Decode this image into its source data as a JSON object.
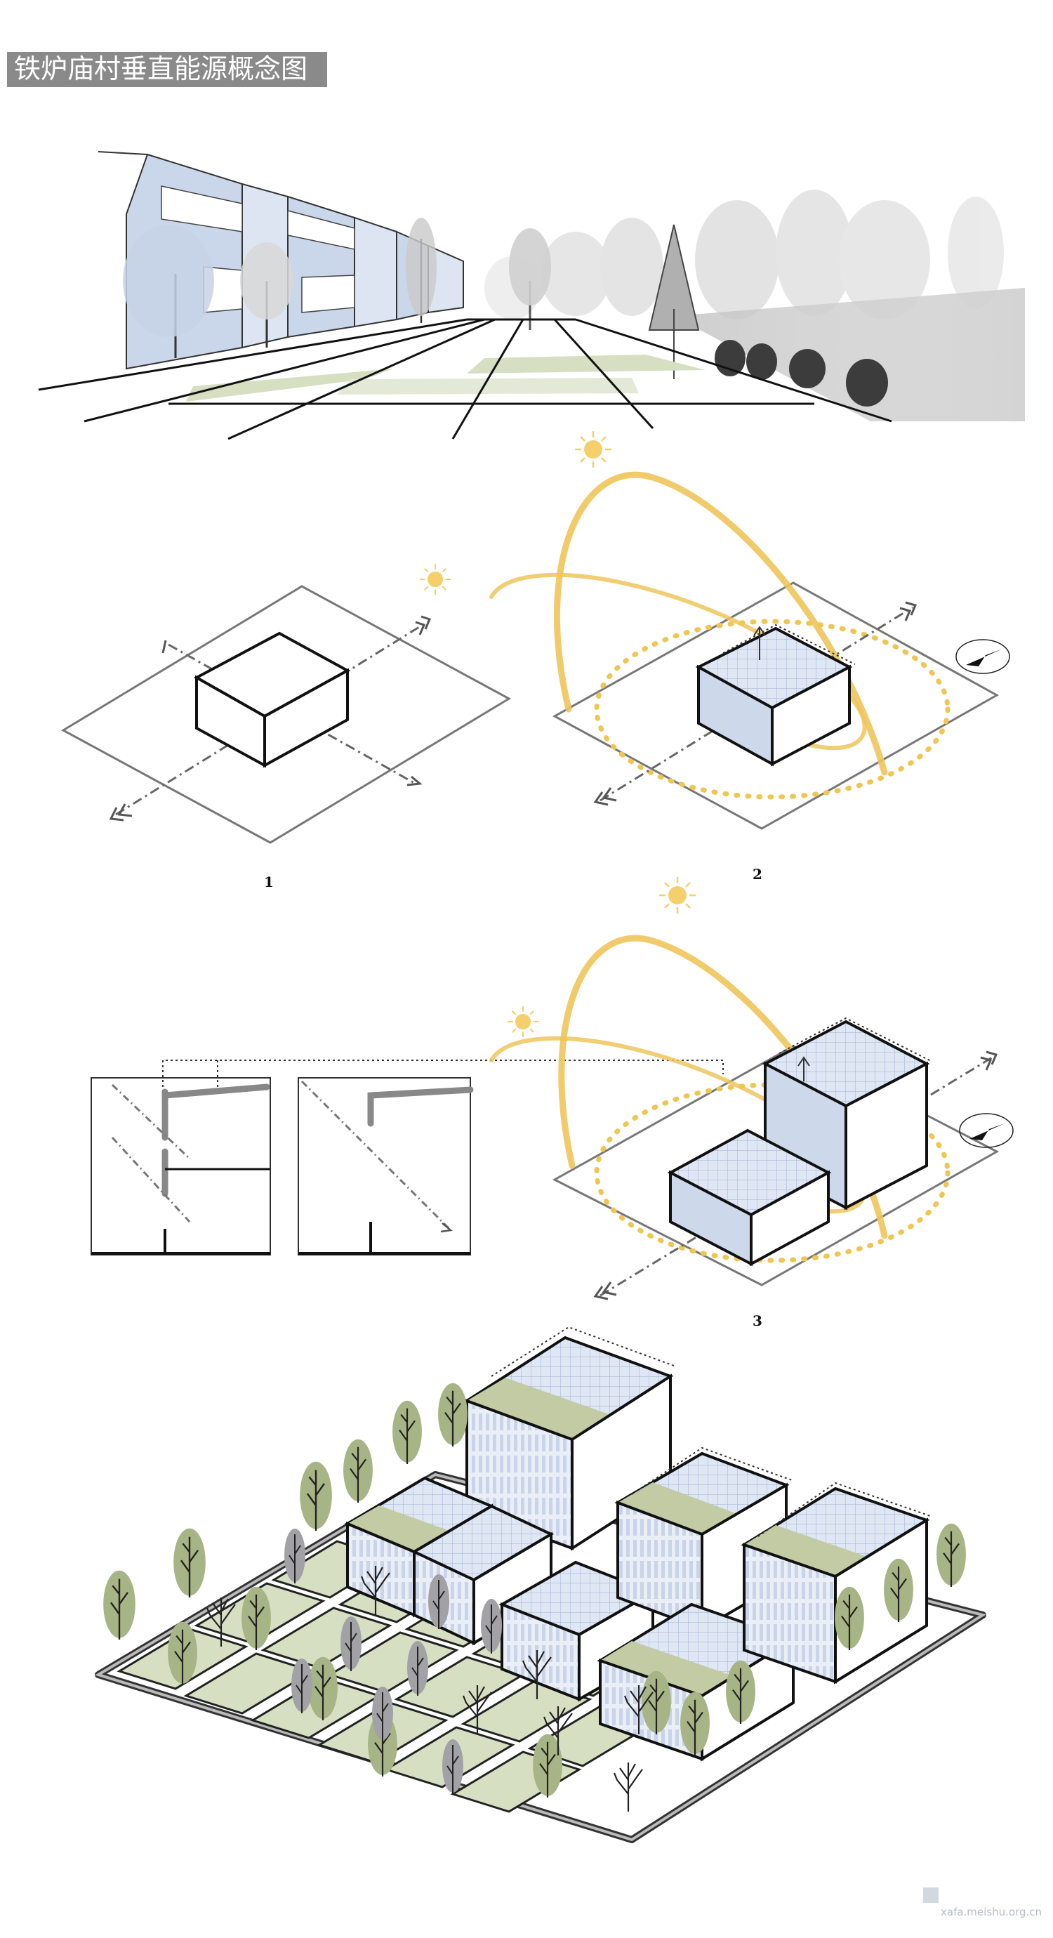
{
  "title": "铁炉庙村垂直能源概念图",
  "diagram_labels": [
    "1",
    "2",
    "3"
  ],
  "watermark": "xafa.meishu.org.cn",
  "colors": {
    "sun_orbit": "#efc45a",
    "orbit_dots": "#f0c550",
    "sun": "#f4cf6c",
    "facade_blue": "#cdd8ea",
    "solar_panel": "#dfe6f4",
    "green_roof": "#c2cba3",
    "tree_green": "#a7b485",
    "tree_grey": "#a2a2a6",
    "ground_green": "#d7dfc3",
    "line": "#111111",
    "title_bg": "#8a8a8a"
  },
  "icons": [
    "sun-icon",
    "compass-icon",
    "arrow-icon"
  ]
}
